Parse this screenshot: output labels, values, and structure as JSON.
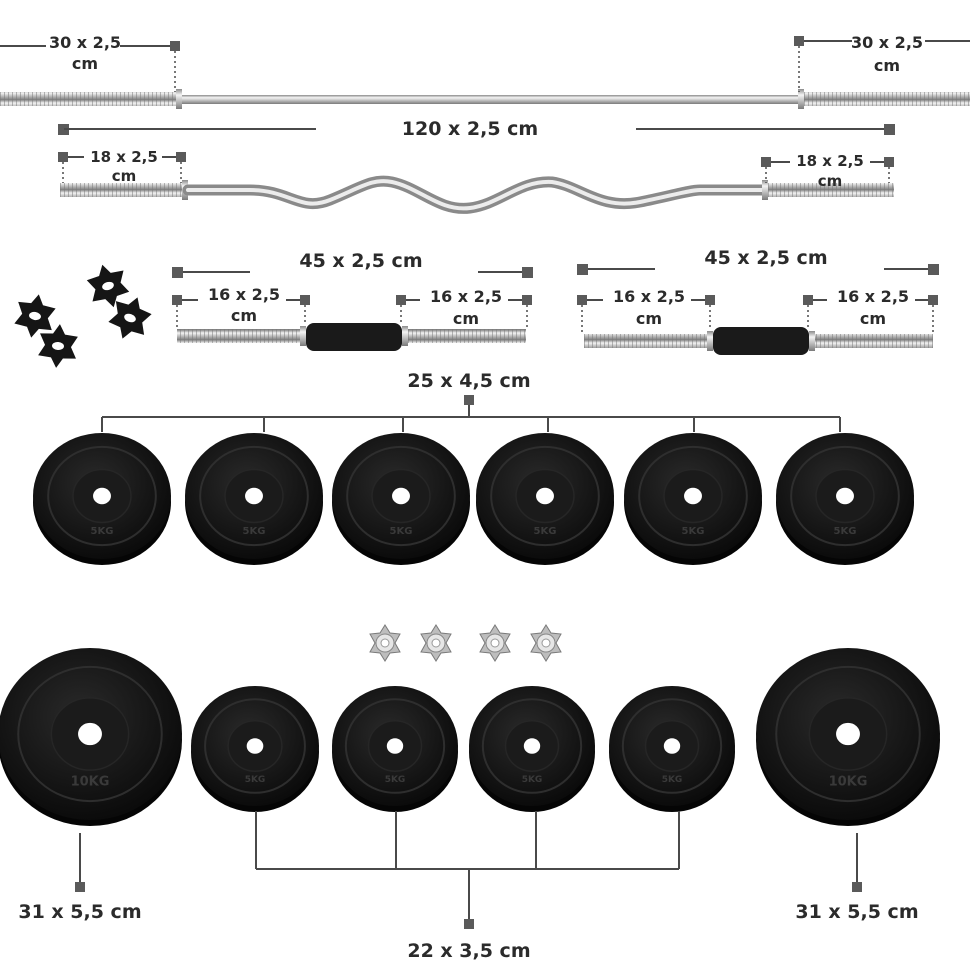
{
  "colors": {
    "plate": "#111111",
    "plate_rim": "#2a2a2a",
    "chrome_light": "#f2f2f2",
    "chrome_dark": "#8c8c8c",
    "grip": "#1a1a1a",
    "dimension_line": "#4a4a4a",
    "label_text": "#2b2b2b"
  },
  "labels": {
    "barbell_sleeve_left_l1": "30 x 2,5",
    "barbell_sleeve_left_l2": "cm",
    "barbell_sleeve_right_l1": "30 x 2,5",
    "barbell_sleeve_right_l2": "cm",
    "barbell_length": "120 x 2,5 cm",
    "curl_sleeve_left_l1": "18 x 2,5",
    "curl_sleeve_left_l2": "cm",
    "curl_sleeve_right_l1": "18 x 2,5",
    "curl_sleeve_right_l2": "cm",
    "dumbbell_left_length": "45 x 2,5 cm",
    "dumbbell_left_sleeve_a_l1": "16 x 2,5",
    "dumbbell_left_sleeve_a_l2": "cm",
    "dumbbell_left_sleeve_b_l1": "16 x 2,5",
    "dumbbell_left_sleeve_b_l2": "cm",
    "dumbbell_right_length": "45 x 2,5 cm",
    "dumbbell_right_sleeve_a_l1": "16 x 2,5",
    "dumbbell_right_sleeve_a_l2": "cm",
    "dumbbell_right_sleeve_b_l1": "16 x 2,5",
    "dumbbell_right_sleeve_b_l2": "cm",
    "plate_25_size": "25 x 4,5 cm",
    "plate_31_left_size": "31 x 5,5 cm",
    "plate_31_right_size": "31 x 5,5 cm",
    "plate_22_size": "22 x 3,5 cm"
  },
  "plate_weights": {
    "small": "5KG",
    "medium": "5KG",
    "large": "10KG"
  },
  "items": {
    "plates_25cm_count": 6,
    "plates_22cm_count": 4,
    "plates_31cm_count": 2,
    "collars_black_count": 4,
    "collars_chrome_count": 4
  }
}
